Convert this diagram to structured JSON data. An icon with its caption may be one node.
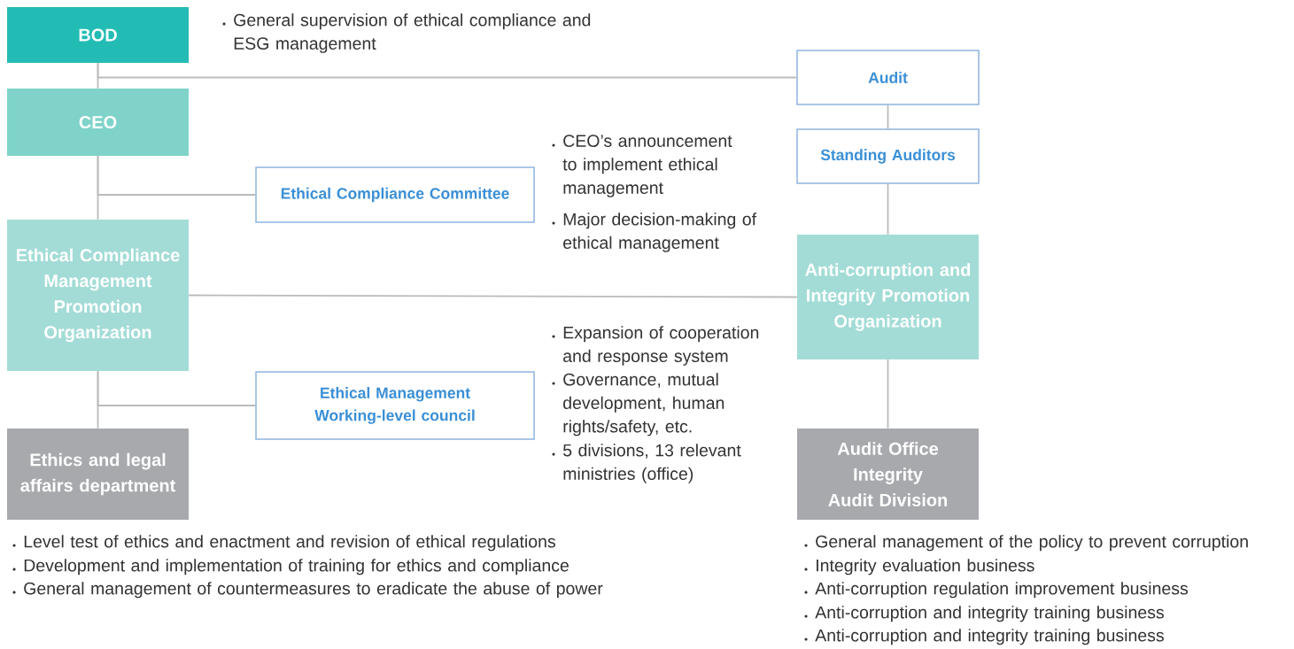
{
  "diagram": {
    "nodes": [
      {
        "text": [
          "BOD"
        ],
        "beside": [
          "General supervision of ethical compliance and ESG management"
        ]
      },
      {
        "text": [
          "CEO"
        ]
      },
      {
        "text": [
          "Ethical Compliance Committee"
        ],
        "beside": [
          "CEO’s announcement to implement ethical management",
          "Major decision-making of ethical management"
        ]
      },
      {
        "text": [
          "Ethical Compliance Management Promotion Organization"
        ]
      },
      {
        "text": [
          "Ethical Management Working-level council"
        ],
        "beside": [
          "Expansion of cooperation and response system",
          "Governance, mutual development, human rights/safety, etc.",
          "5 divisions, 13 relevant ministries (office)"
        ]
      },
      {
        "text": [
          "Ethics and legal affairs department"
        ],
        "beside": [
          "Level test of ethics and enactment and revision of ethical regulations",
          "Development and implementation of training for ethics and compliance",
          "General management of countermeasures to eradicate the abuse of power"
        ]
      },
      {
        "text": [
          "Audit"
        ]
      },
      {
        "text": [
          "Standing Auditors"
        ]
      },
      {
        "text": [
          "Anti-corruption and Integrity Promotion Organization"
        ]
      },
      {
        "text": [
          "Audit Office Integrity Audit Division"
        ],
        "beside": [
          "General management of the policy to prevent corruption",
          "Integrity evaluation business",
          "Anti-corruption regulation improvement business",
          "Anti-corruption and integrity training business",
          "Anti-corruption and integrity training business"
        ]
      }
    ],
    "edges": [
      {
        "from": 0,
        "to": 1,
        "arrow": "none"
      },
      {
        "from": 0,
        "to": 6,
        "arrow": "none"
      },
      {
        "from": 1,
        "to": 3,
        "arrow": "none"
      },
      {
        "from": 1,
        "to": 2,
        "arrow": "none"
      },
      {
        "from": 3,
        "to": 8,
        "arrow": "none"
      },
      {
        "from": 3,
        "to": 4,
        "arrow": "none"
      },
      {
        "from": 3,
        "to": 5,
        "arrow": "none"
      },
      {
        "from": 6,
        "to": 7,
        "arrow": "none"
      },
      {
        "from": 7,
        "to": 8,
        "arrow": "none"
      },
      {
        "from": 8,
        "to": 9,
        "arrow": "none"
      }
    ]
  }
}
